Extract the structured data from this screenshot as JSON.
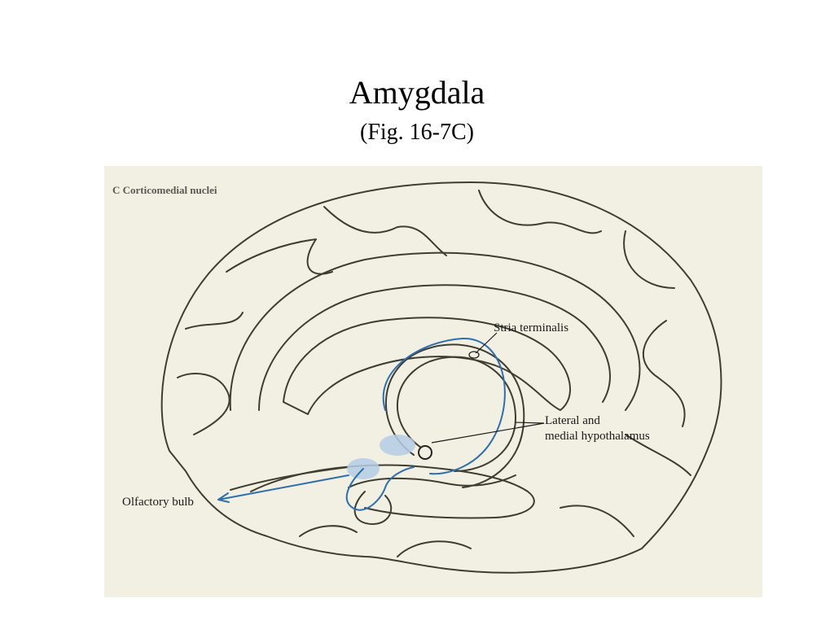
{
  "slide": {
    "title": "Amygdala",
    "subtitle": "(Fig. 16-7C)"
  },
  "figure": {
    "caption": "C Corticomedial nuclei",
    "labels": {
      "stria_terminalis": "Stria terminalis",
      "hypothalamus_line1": "Lateral and",
      "hypothalamus_line2": "medial hypothalamus",
      "olfactory_bulb": "Olfactory bulb"
    },
    "colors": {
      "background": "#f1f0e2",
      "outline": "#3d3d32",
      "pathway": "#2f6fb0",
      "amygdala_fill": "#b6cde6"
    }
  }
}
